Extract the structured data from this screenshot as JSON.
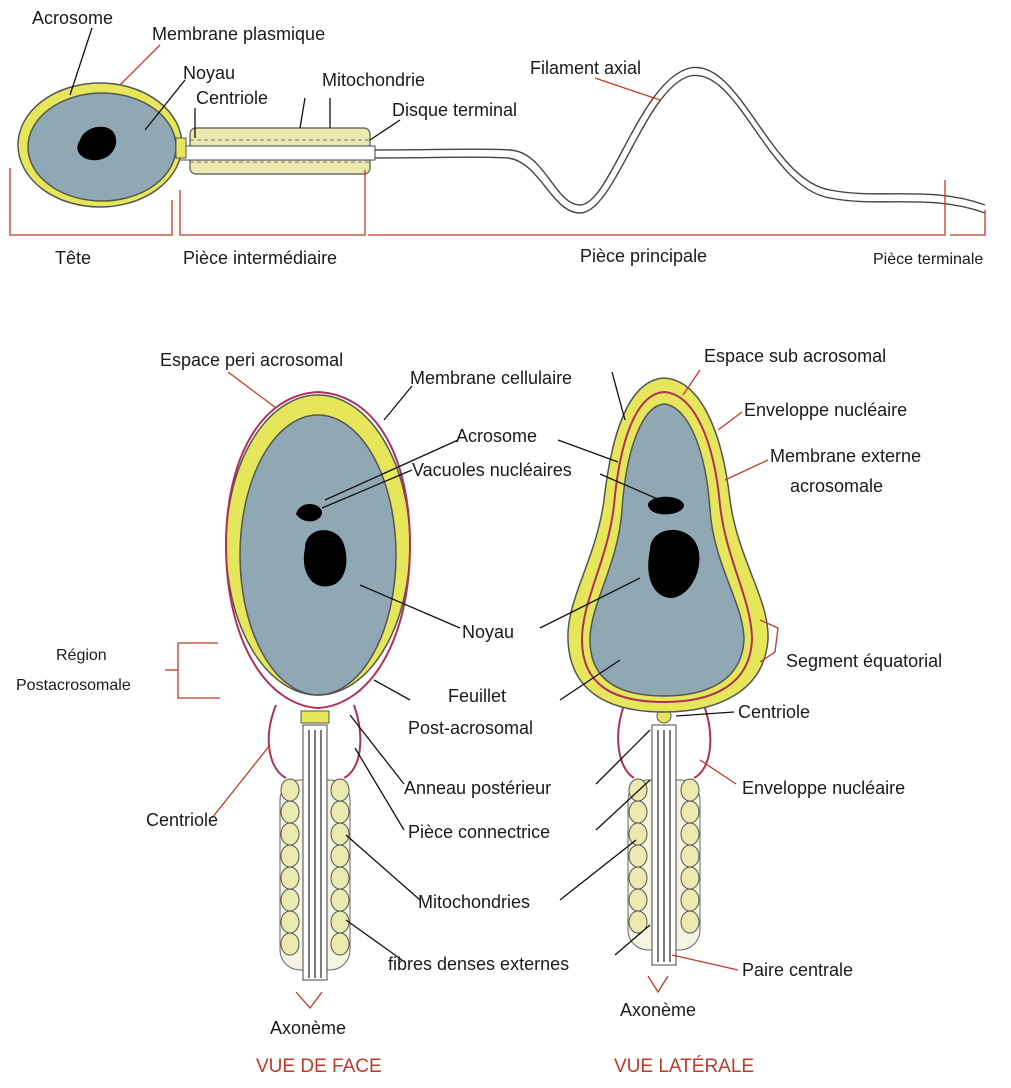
{
  "top": {
    "labels": {
      "acrosome": "Acrosome",
      "membrane_plasmique": "Membrane plasmique",
      "noyau": "Noyau",
      "centriole": "Centriole",
      "mitochondrie": "Mitochondrie",
      "disque_terminal": "Disque terminal",
      "filament_axial": "Filament axial"
    },
    "regions": {
      "tete": "Tête",
      "piece_intermediaire": "Pièce intermédiaire",
      "piece_principale": "Pièce principale",
      "piece_terminale": "Pièce terminale"
    }
  },
  "face": {
    "labels": {
      "espace_peri_acrosomal": "Espace peri acrosomal",
      "membrane_cellulaire": "Membrane cellulaire",
      "acrosome": "Acrosome",
      "vacuoles_nucleaires": "Vacuoles nucléaires",
      "noyau": "Noyau",
      "region_line1": "Région",
      "region_line2": "Postacrosomale",
      "feuillet_line1": "Feuillet",
      "feuillet_line2": "Post-acrosomal",
      "anneau_posterieur": "Anneau postérieur",
      "centriole": "Centriole",
      "piece_connectrice": "Pièce connectrice",
      "mitochondries": "Mitochondries",
      "fibres_denses_externes": "fibres denses externes",
      "axoneme": "Axonème"
    },
    "caption": "VUE DE FACE"
  },
  "laterale": {
    "labels": {
      "espace_sub_acrosomal": "Espace sub acrosomal",
      "enveloppe_nucleaire": "Enveloppe nucléaire",
      "membrane_externe_line1": "Membrane externe",
      "membrane_externe_line2": "acrosomale",
      "segment_equatorial": "Segment équatorial",
      "centriole": "Centriole",
      "enveloppe_nucleaire_bas": "Enveloppe nucléaire",
      "paire_centrale": "Paire centrale",
      "axoneme": "Axonème"
    },
    "caption": "VUE LATÉRALE"
  },
  "colors": {
    "cytoplasm": "#8fa8b3",
    "acrosome": "#e6e65a",
    "membrane": "#b0305a",
    "bracket": "#c0392b",
    "caption": "#c0392b"
  }
}
